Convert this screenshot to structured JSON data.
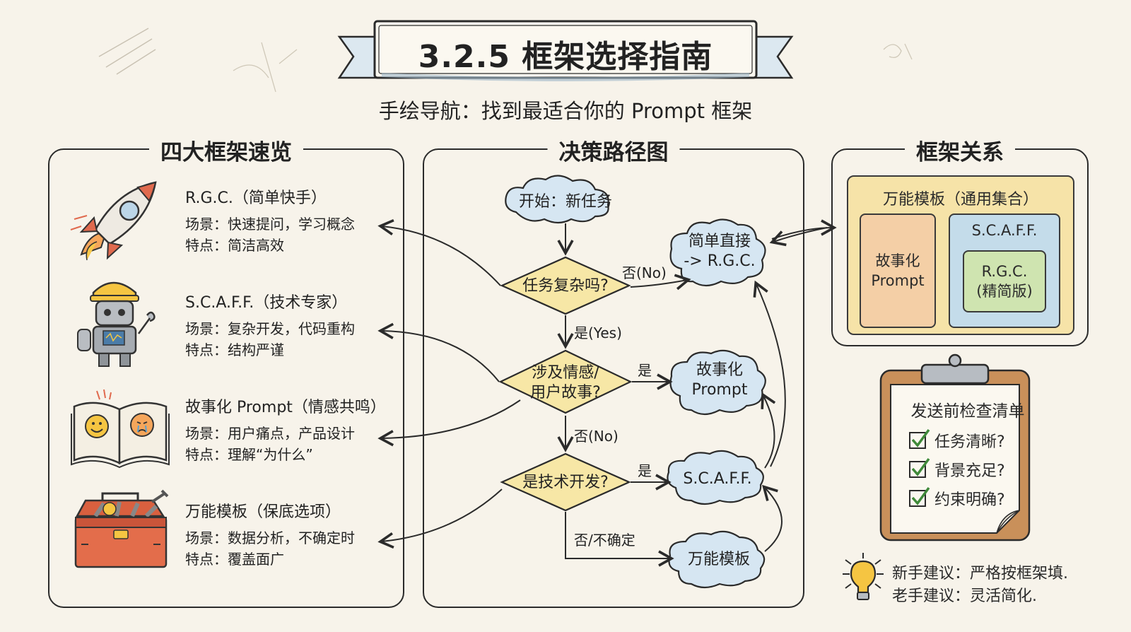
{
  "header": {
    "title": "3.2.5 框架选择指南",
    "subtitle": "手绘导航：找到最适合你的 Prompt 框架"
  },
  "panels": {
    "left_title": "四大框架速览",
    "mid_title": "决策路径图",
    "right_title": "框架关系"
  },
  "frameworks": [
    {
      "name": "R.G.C.（简单快手）",
      "scene": "场景：快速提问，学习概念",
      "trait": "特点：简洁高效",
      "icon": "rocket-icon"
    },
    {
      "name": "S.C.A.F.F.（技术专家）",
      "scene": "场景：复杂开发，代码重构",
      "trait": "特点：结构严谨",
      "icon": "robot-icon"
    },
    {
      "name": "故事化 Prompt（情感共鸣）",
      "scene": "场景：用户痛点，产品设计",
      "trait": "特点：理解“为什么”",
      "icon": "storybook-icon"
    },
    {
      "name": "万能模板（保底选项）",
      "scene": "场景：数据分析，不确定时",
      "trait": "特点：覆盖面广",
      "icon": "toolbox-icon"
    }
  ],
  "flow": {
    "start": "开始：新任务",
    "q1": "任务复杂吗?",
    "q2_line1": "涉及情感/",
    "q2_line2": "用户故事?",
    "q3": "是技术开发?",
    "out_rgc_line1": "简单直接",
    "out_rgc_line2": "-> R.G.C.",
    "out_story_line1": "故事化",
    "out_story_line2": "Prompt",
    "out_scaff": "S.C.A.F.F.",
    "out_template": "万能模板",
    "label_no1": "否(No)",
    "label_yes1": "是(Yes)",
    "label_yes2": "是",
    "label_no2": "否(No)",
    "label_yes3": "是",
    "label_unsure": "否/不确定"
  },
  "relations": {
    "outer": "万能模板（通用集合）",
    "story_line1": "故事化",
    "story_line2": "Prompt",
    "scaff": "S.C.A.F.F.",
    "rgc_line1": "R.G.C.",
    "rgc_line2": "(精简版)"
  },
  "checklist": {
    "title": "发送前检查清单",
    "items": [
      "任务清晰?",
      "背景充足?",
      "约束明确?"
    ]
  },
  "tips": {
    "novice": "新手建议：严格按框架填.",
    "expert": "老手建议：灵活简化."
  },
  "colors": {
    "background": "#f7f3ea",
    "diamond": "#f7e7a6",
    "cloud": "#d6e6f2",
    "outer_box": "#f6e3a8",
    "story_box": "#f4cfa6",
    "scaff_box": "#c4dcea",
    "rgc_box": "#cfe4b0",
    "check": "#3f8a3a"
  }
}
